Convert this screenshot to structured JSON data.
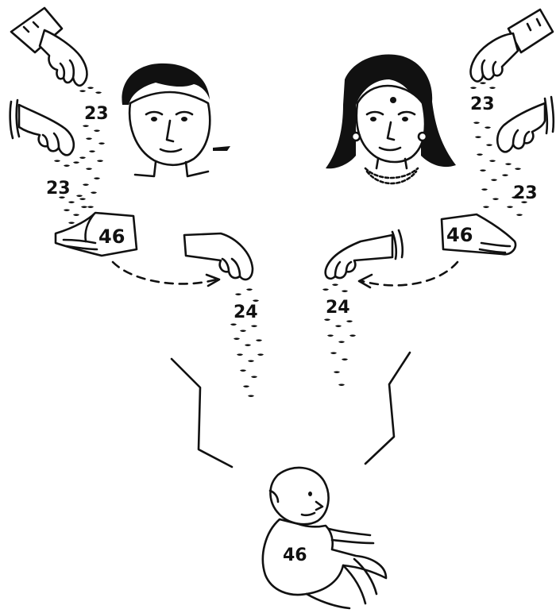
{
  "labels": {
    "father_sperm_chromosomes_top": "23",
    "father_sperm_chromosomes_side": "23",
    "father_total": "46",
    "mother_egg_chromosomes_top": "23",
    "mother_egg_chromosomes_side": "23",
    "mother_total": "46",
    "father_gamete_pour": "24",
    "mother_gamete_pour": "24",
    "child_total": "46"
  }
}
